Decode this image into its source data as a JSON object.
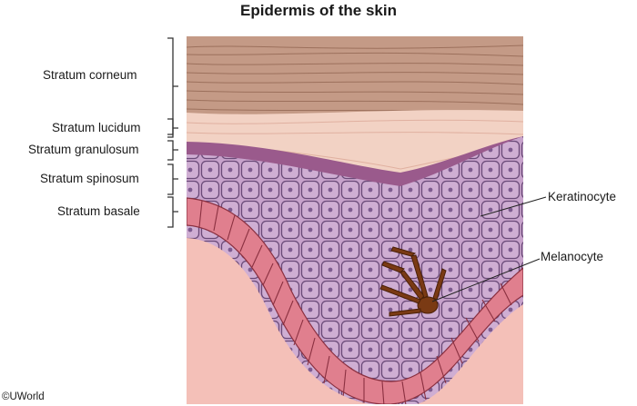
{
  "title": "Epidermis of the skin",
  "layers": [
    {
      "id": "corneum",
      "label": "Stratum corneum"
    },
    {
      "id": "lucidum",
      "label": "Stratum lucidum"
    },
    {
      "id": "granulosum",
      "label": "Stratum granulosum"
    },
    {
      "id": "spinosum",
      "label": "Stratum spinosum"
    },
    {
      "id": "basale",
      "label": "Stratum basale"
    }
  ],
  "callouts": {
    "keratinocyte": "Keratinocyte",
    "melanocyte": "Melanocyte"
  },
  "credit": "©UWorld",
  "colors": {
    "corneum": "#c49a86",
    "lucidum": "#f2d2c4",
    "granulosum": "#9a5a8c",
    "spinosum": "#c29ac6",
    "basale": "#e07f8e",
    "dermis": "#f4c0b8",
    "melanocyte": "#7a3a14"
  }
}
